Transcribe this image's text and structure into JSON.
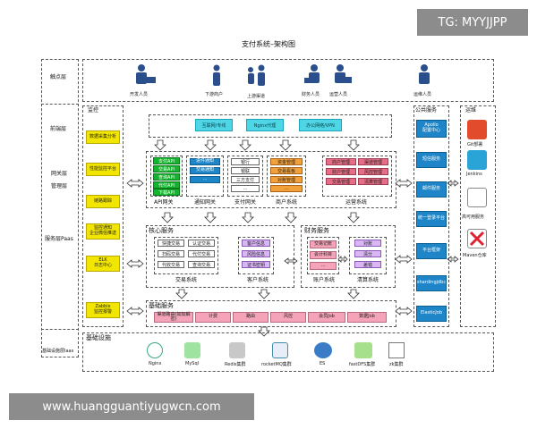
{
  "badge": {
    "text": "TG: MYYJJPP"
  },
  "title": "支付系统–架构图",
  "layers": [
    "触点层",
    "前端层",
    "网关层",
    "管理层",
    "服务层Paas",
    "基础设施层Iaas"
  ],
  "users": [
    "开发人员",
    "下游商户",
    "上游渠道",
    "财务人员",
    "运营人员",
    "运维人员"
  ],
  "monitor": {
    "title": "监控",
    "items": [
      "数据采集分析",
      "性能监控平台",
      "链路跟踪",
      "监控通知\n企业微信推送",
      "ELK\n日志中心",
      "Zabbix\n监控报警"
    ]
  },
  "frontend": {
    "items": [
      "互联网/专线",
      "Nginx代理",
      "办公网络/VPN"
    ]
  },
  "gateway": {
    "api": {
      "label": "API网关",
      "items": [
        "支付API",
        "交易API",
        "查询API",
        "代付API",
        "下载API"
      ]
    },
    "notify": {
      "label": "通知网关",
      "items": [
        "进件通知",
        "交易通知",
        "..."
      ]
    },
    "pay": {
      "label": "支付网关",
      "items": [
        "银行",
        "银联",
        "三方支付",
        "..."
      ]
    },
    "merchant": {
      "label": "商户系统",
      "items": [
        "资金管理",
        "交易看板",
        "对账管理",
        "..."
      ]
    },
    "ops": {
      "label": "运营系统",
      "items": [
        "商户管理",
        "渠道管理",
        "财户管理",
        "风控管理",
        "交易管理",
        "清算管理"
      ]
    }
  },
  "core": {
    "title": "核心服务",
    "trade": {
      "label": "交易系统",
      "items": [
        "快捷交易",
        "认证交易",
        "扫码交易",
        "代付交易",
        "代收交易",
        "查询交易"
      ]
    },
    "customer": {
      "label": "客户系统",
      "items": [
        "客户信息",
        "风险信息",
        "证书密钥"
      ]
    }
  },
  "finance": {
    "title": "财务服务",
    "account": {
      "label": "账户系统",
      "items": [
        "交易记账",
        "会计科目",
        "..."
      ]
    },
    "clearing": {
      "label": "清算系统",
      "items": [
        "对账",
        "清分",
        "差错"
      ]
    }
  },
  "base": {
    "title": "基础服务",
    "items": [
      "渠道路由(如加解密)",
      "计费",
      "路由",
      "风控",
      "会员Job",
      "数据Job"
    ]
  },
  "infra": {
    "title": "基础设施",
    "items": [
      "Nginx",
      "MySql",
      "Redis集群",
      "rocketMQ集群",
      "ES",
      "fastDFS集群",
      "zk集群"
    ]
  },
  "public": {
    "title": "公共服务",
    "items": [
      "Apollo\n配置中心",
      "短信服务",
      "邮件服务",
      "统一登录平台",
      "平台框架",
      "shardingjdbc",
      "ElasticJob"
    ]
  },
  "ops_tools": {
    "title": "运维",
    "items": [
      "Git部署",
      "Jenkins",
      "高可用服务",
      "Maven仓库"
    ]
  },
  "watermark": {
    "text": "www.huangguantiyugwcn.com"
  }
}
